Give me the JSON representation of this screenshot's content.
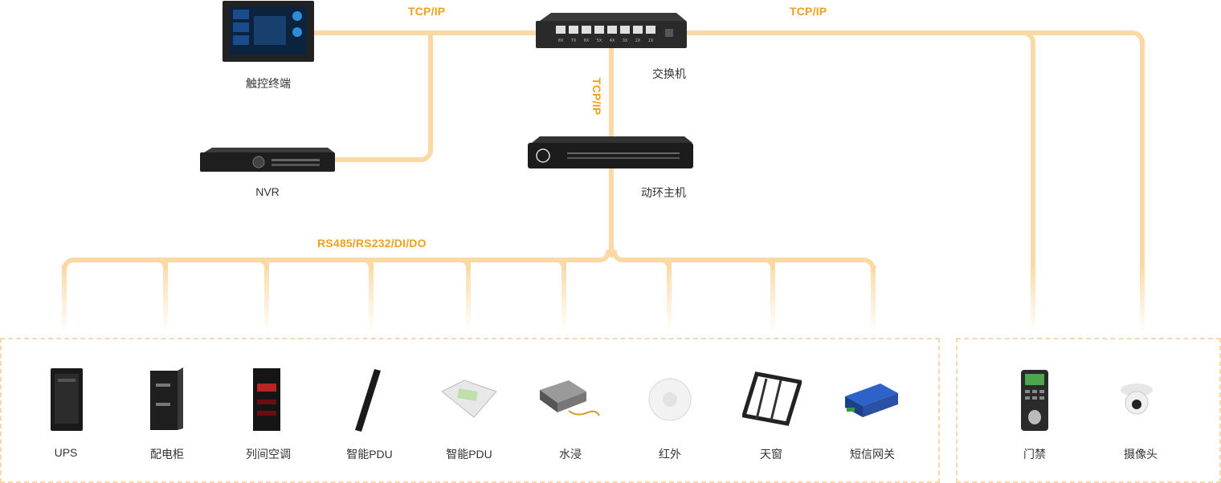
{
  "protocols": {
    "tcp_left": "TCP/IP",
    "tcp_right": "TCP/IP",
    "tcp_vertical": "TCP/IP",
    "field_bus": "RS485/RS232/DI/DO"
  },
  "nodes": {
    "touch_terminal": "触控终端",
    "switch": "交换机",
    "nvr": "NVR",
    "env_host": "动环主机"
  },
  "field_devices": [
    "UPS",
    "配电柜",
    "列间空调",
    "智能PDU",
    "智能PDU",
    "水浸",
    "红外",
    "天窗",
    "短信网关"
  ],
  "security_devices": [
    "门禁",
    "摄像头"
  ],
  "switch_ports": [
    "8X",
    "7X",
    "6X",
    "5X",
    "4X",
    "3X",
    "2X",
    "1X"
  ],
  "colors": {
    "wire": "#fbd9a4",
    "protocol_text": "#f0a020",
    "group_border": "#f6d9a8",
    "label_text": "#333333"
  }
}
